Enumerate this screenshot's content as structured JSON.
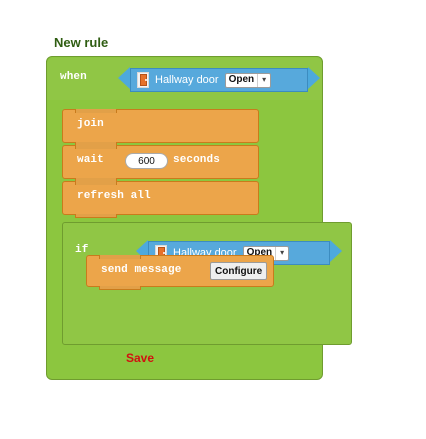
{
  "title": "New rule",
  "when_label": "when",
  "trigger": {
    "device_name": "Hallway door",
    "state_value": "Open",
    "dropdown_icon": "chevron-down-icon"
  },
  "actions": [
    {
      "label": "join"
    },
    {
      "label": "wait",
      "value": "600",
      "suffix": "seconds"
    },
    {
      "label": "refresh all"
    }
  ],
  "if_label": "if",
  "condition": {
    "device_name": "Hallway door",
    "state_value": "Open",
    "dropdown_icon": "chevron-down-icon"
  },
  "inner_action": {
    "label": "send message",
    "button_label": "Configure"
  },
  "save_label": "Save",
  "colors": {
    "green": "#8cc63f",
    "orange": "#eca54a",
    "blue": "#57a9dc",
    "save": "#d11111"
  }
}
